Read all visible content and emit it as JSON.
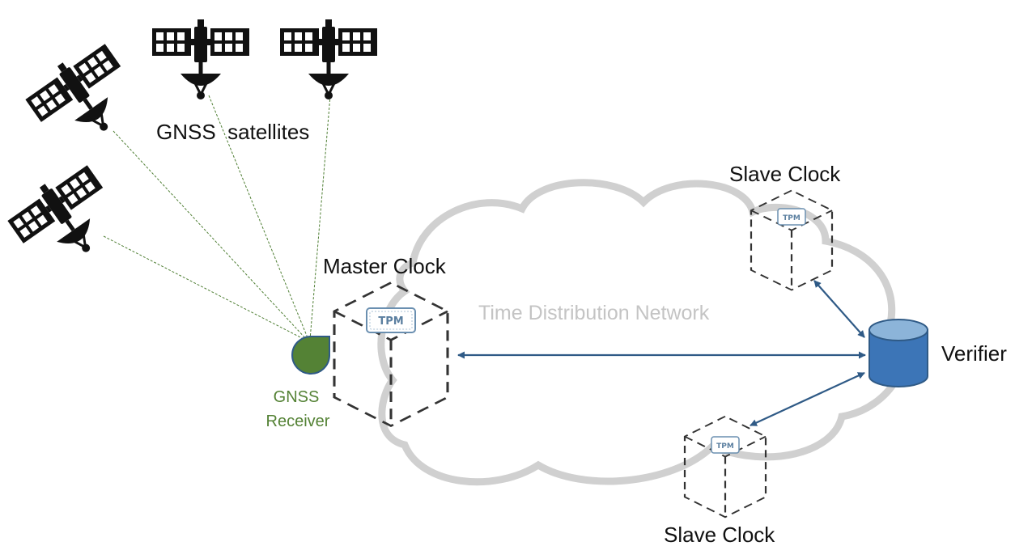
{
  "labels": {
    "satellites": "GNSS  satellites",
    "master_clock": "Master Clock",
    "slave_clock_top": "Slave Clock",
    "slave_clock_bottom": "Slave Clock",
    "network": "Time Distribution Network",
    "verifier": "Verifier",
    "receiver_line1": "GNSS",
    "receiver_line2": "Receiver"
  },
  "tpm_labels": {
    "master": "TPM",
    "slave_top": "TPM",
    "slave_bottom": "TPM"
  },
  "icons": {
    "satellite": "satellite-icon",
    "receiver": "gnss-receiver-antenna-icon",
    "verifier": "database-cylinder-icon",
    "clock": "dashed-cube-icon",
    "tpm": "tpm-chip-icon"
  },
  "colors": {
    "arrow": "#2f5a86",
    "cloud": "#d0d0d0",
    "signal": "#4f7f34",
    "receiver": "#548235",
    "verifier": "#3c75b7",
    "verifier_top": "#8cb4d9",
    "network_text": "#c4c4c4",
    "cube": "#333333"
  }
}
